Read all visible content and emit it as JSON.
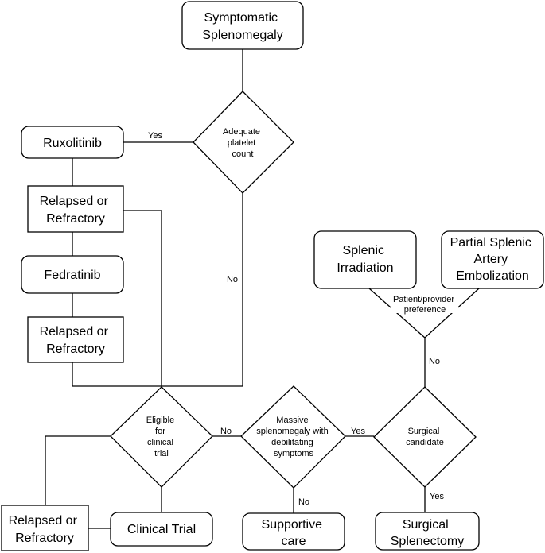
{
  "nodes": {
    "symptomatic_splenomegaly": [
      "Symptomatic",
      "Splenomegaly"
    ],
    "adequate_platelet_count": [
      "Adequate",
      "platelet",
      "count"
    ],
    "ruxolitinib": [
      "Ruxolitinib"
    ],
    "relapsed_refractory_1": [
      "Relapsed or",
      "Refractory"
    ],
    "fedratinib": [
      "Fedratinib"
    ],
    "relapsed_refractory_2": [
      "Relapsed or",
      "Refractory"
    ],
    "eligible_clinical_trial": [
      "Eligible",
      "for",
      "clinical",
      "trial"
    ],
    "relapsed_refractory_3": [
      "Relapsed or",
      "Refractory"
    ],
    "clinical_trial": [
      "Clinical Trial"
    ],
    "massive_splenomegaly": [
      "Massive",
      "splenomegaly with",
      "debilitating",
      "symptoms"
    ],
    "supportive_care": [
      "Supportive",
      "care"
    ],
    "surgical_candidate": [
      "Surgical",
      "candidate"
    ],
    "surgical_splenectomy": [
      "Surgical",
      "Splenectomy"
    ],
    "splenic_irradiation": [
      "Splenic",
      "Irradiation"
    ],
    "partial_splenic_artery_embolization": [
      "Partial Splenic",
      "Artery",
      "Embolization"
    ],
    "patient_provider_preference": [
      "Patient/provider",
      "preference"
    ]
  },
  "edge_labels": {
    "platelet_yes": "Yes",
    "platelet_no": "No",
    "eligible_no": "No",
    "massive_yes": "Yes",
    "massive_no": "No",
    "surgical_yes": "Yes",
    "surgical_no": "No"
  }
}
